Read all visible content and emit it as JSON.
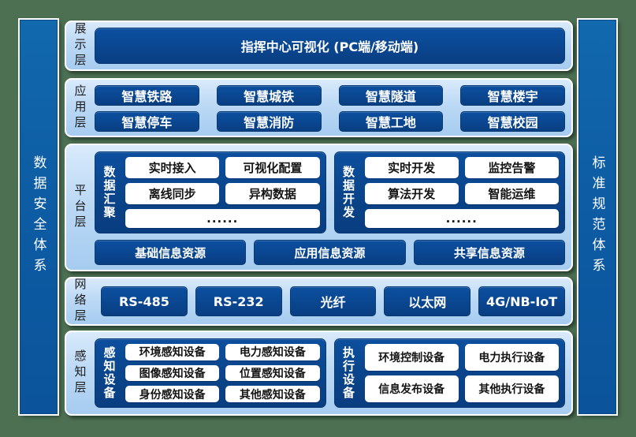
{
  "pillars": {
    "left": "数据安全体系",
    "right": "标准规范体系"
  },
  "layers": {
    "display": {
      "label": "展示层",
      "banner": "指挥中心可视化 (PC端/移动端)"
    },
    "application": {
      "label": "应用层",
      "items": [
        "智慧铁路",
        "智慧城铁",
        "智慧隧道",
        "智慧楼宇",
        "智慧停车",
        "智慧消防",
        "智慧工地",
        "智慧校园"
      ]
    },
    "platform": {
      "label": "平台层",
      "groups": [
        {
          "name": "数据汇聚",
          "items": [
            "实时接入",
            "可视化配置",
            "离线同步",
            "异构数据",
            "......"
          ]
        },
        {
          "name": "数据开发",
          "items": [
            "实时开发",
            "监控告警",
            "算法开发",
            "智能运维",
            "......"
          ]
        }
      ],
      "resources": [
        "基础信息资源",
        "应用信息资源",
        "共享信息资源"
      ]
    },
    "network": {
      "label": "网络层",
      "items": [
        "RS-485",
        "RS-232",
        "光纤",
        "以太网",
        "4G/NB-IoT"
      ]
    },
    "perception": {
      "label": "感知层",
      "groups": [
        {
          "name": "感知设备",
          "items": [
            "环境感知设备",
            "电力感知设备",
            "图像感知设备",
            "位置感知设备",
            "身份感知设备",
            "其他感知设备"
          ]
        },
        {
          "name": "执行设备",
          "items": [
            "环境控制设备",
            "电力执行设备",
            "信息发布设备",
            "其他执行设备"
          ]
        }
      ]
    }
  },
  "colors": {
    "page_background": "#4d7053",
    "pillar_blue": "#0d5ca4",
    "panel_light_blue": "#b3d4f2",
    "node_dark_blue": "#0a4690",
    "node_text": "#ffffff",
    "white_box_bg": "#ffffff",
    "white_box_text": "#141414",
    "label_text": "#1b1c1e"
  }
}
